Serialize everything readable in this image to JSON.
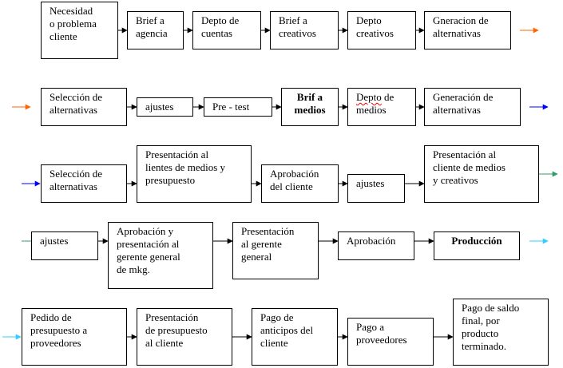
{
  "rows": [
    {
      "boxes": [
        {
          "id": "necesidad",
          "text": "Necesidad\no problema\ncliente",
          "align": "left"
        },
        {
          "id": "brief-agencia",
          "text": "Brief a\nagencia",
          "align": "left"
        },
        {
          "id": "depto-cuentas",
          "text": "Depto de\ncuentas",
          "align": "left"
        },
        {
          "id": "brief-creativos",
          "text": "Brief a\ncreativos",
          "align": "left"
        },
        {
          "id": "depto-creativos",
          "text": "Depto\ncreativos",
          "align": "left"
        },
        {
          "id": "gneracion-alternativas",
          "text": "Gneracion de\nalternativas",
          "align": "left"
        }
      ],
      "continuation_color": "#ff6600"
    },
    {
      "boxes": [
        {
          "id": "seleccion-alternativas-1",
          "text": "Selección de\nalternativas",
          "align": "left"
        },
        {
          "id": "ajustes-1",
          "text": "ajustes",
          "align": "left"
        },
        {
          "id": "pre-test",
          "text": "Pre - test",
          "align": "left"
        },
        {
          "id": "brif-medios",
          "text": "Brif a\nmedios",
          "align": "center",
          "bold": true
        },
        {
          "id": "depto-medios",
          "text": "Depto de\nmedios",
          "align": "left",
          "squiggle_word": "Depto"
        },
        {
          "id": "generacion-alternativas",
          "text": "Generación de\nalternativas",
          "align": "left"
        }
      ],
      "continuation_color": "#0000ff"
    },
    {
      "boxes": [
        {
          "id": "seleccion-alternativas-2",
          "text": "Selección de\nalternativas",
          "align": "left"
        },
        {
          "id": "presentacion-lientes-medios",
          "text": "Presentación al\nlientes de medios y\npresupuesto",
          "align": "left"
        },
        {
          "id": "aprobacion-cliente",
          "text": "Aprobación\ndel cliente",
          "align": "left"
        },
        {
          "id": "ajustes-2",
          "text": "ajustes",
          "align": "left"
        },
        {
          "id": "presentacion-cliente-medios-creativos",
          "text": "Presentación al\ncliente de medios\ny creativos",
          "align": "left"
        }
      ],
      "continuation_color": "#339966"
    },
    {
      "boxes": [
        {
          "id": "ajustes-3",
          "text": "ajustes",
          "align": "left"
        },
        {
          "id": "aprobacion-presentacion-gerente",
          "text": "Aprobación y\npresentación al\ngerente general\nde mkg.",
          "align": "left"
        },
        {
          "id": "presentacion-gerente-general",
          "text": "Presentación\nal gerente\ngeneral",
          "align": "left"
        },
        {
          "id": "aprobacion",
          "text": "Aprobación",
          "align": "left"
        },
        {
          "id": "produccion",
          "text": "Producción",
          "align": "center",
          "bold": true
        }
      ],
      "continuation_color": "#33ccff"
    },
    {
      "boxes": [
        {
          "id": "pedido-presupuesto",
          "text": "Pedido de\npresupuesto a\nproveedores",
          "align": "left"
        },
        {
          "id": "presentacion-presupuesto-cliente",
          "text": "Presentación\nde presupuesto\nal cliente",
          "align": "left"
        },
        {
          "id": "pago-anticipos",
          "text": "Pago de\nanticipos del\ncliente",
          "align": "left"
        },
        {
          "id": "pago-proveedores",
          "text": "Pago a\nproveedores",
          "align": "left"
        },
        {
          "id": "pago-saldo-final",
          "text": "Pago de saldo\nfinal, por\nproducto\nterminado.",
          "align": "left"
        }
      ]
    }
  ]
}
